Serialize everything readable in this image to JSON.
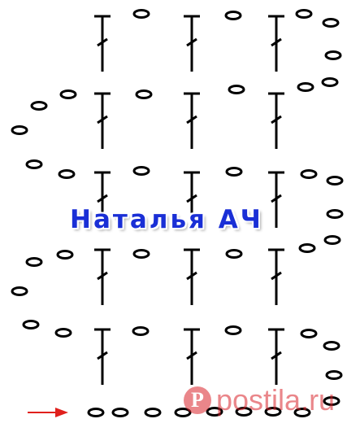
{
  "watermark": {
    "text": "Наталья АЧ",
    "color": "#1a2fd6"
  },
  "logo": {
    "mark": "P",
    "text": "postila.ru",
    "color": "#d9242b"
  },
  "arrow": {
    "icon": "right-arrow-icon",
    "color": "#e0201c"
  },
  "symbols": {
    "stitch_color": "#000000",
    "chain_stitch": "chain-stitch-icon",
    "double_crochet": "double-crochet-icon"
  }
}
